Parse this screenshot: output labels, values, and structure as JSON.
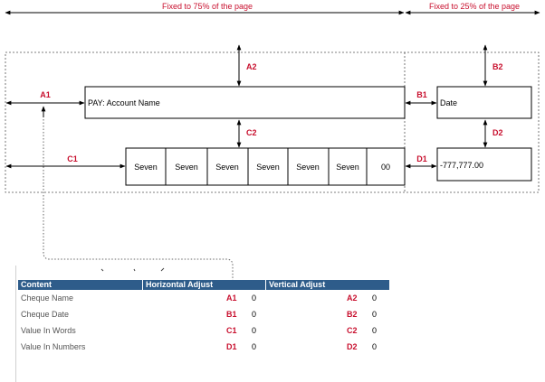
{
  "header": {
    "left_span": "Fixed to 75% of the page",
    "right_span": "Fixed to 25% of the page"
  },
  "boxes": {
    "pay": "PAY: Account Name",
    "date": "Date",
    "amount": "-777,777.00",
    "digits": [
      "Seven",
      "Seven",
      "Seven",
      "Seven",
      "Seven",
      "Seven",
      "00"
    ]
  },
  "labels": {
    "a1": "A1",
    "a2": "A2",
    "b1": "B1",
    "b2": "B2",
    "c1": "C1",
    "c2": "C2",
    "d1": "D1",
    "d2": "D2"
  },
  "table": {
    "headers": [
      "Content",
      "Horizontal Adjust",
      "Vertical Adjust"
    ],
    "rows": [
      {
        "content": "Cheque Name",
        "h_code": "A1",
        "h_val": "0",
        "v_code": "A2",
        "v_val": "0"
      },
      {
        "content": "Cheque Date",
        "h_code": "B1",
        "h_val": "0",
        "v_code": "B2",
        "v_val": "0"
      },
      {
        "content": "Value In Words",
        "h_code": "C1",
        "h_val": "0",
        "v_code": "C2",
        "v_val": "0"
      },
      {
        "content": "Value In Numbers",
        "h_code": "D1",
        "h_val": "0",
        "v_code": "D2",
        "v_val": "0"
      }
    ]
  },
  "colors": {
    "label_red": "#c8102e",
    "table_header": "#2e5c8a"
  }
}
